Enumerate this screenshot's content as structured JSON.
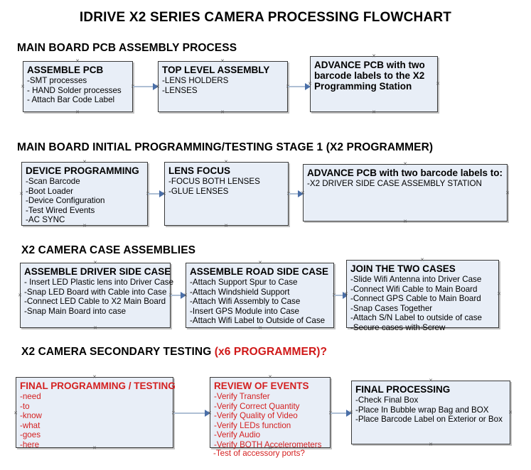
{
  "document": {
    "title": "IDRIVE X2  SERIES CAMERA PROCESSING FLOWCHART",
    "accent_blue": "#e8eef7",
    "border_color": "#3a3a3a",
    "connector_color": "#aebfd4",
    "arrow_color": "#4a6fa8",
    "red_text_color": "#d42020"
  },
  "sections": [
    {
      "heading": "MAIN BOARD PCB ASSEMBLY PROCESS",
      "heading_red": "",
      "boxes": [
        {
          "header": "ASSEMBLE PCB",
          "items": [
            "-SMT processes",
            "- HAND Solder processes",
            "- Attach Bar Code Label"
          ],
          "color": "black"
        },
        {
          "header": "TOP LEVEL ASSEMBLY",
          "items": [
            "-LENS HOLDERS",
            "-LENSES"
          ],
          "color": "black"
        },
        {
          "header": "ADVANCE PCB with two barcode labels to the  X2 Programming Station",
          "items": [],
          "color": "black"
        }
      ]
    },
    {
      "heading": "MAIN BOARD INITIAL PROGRAMMING/TESTING STAGE 1 (X2 PROGRAMMER)",
      "heading_red": "",
      "boxes": [
        {
          "header": "DEVICE PROGRAMMING",
          "items": [
            "-Scan Barcode",
            "-Boot Loader",
            "-Device Configuration",
            "-Test Wired Events",
            "-AC SYNC"
          ],
          "color": "black"
        },
        {
          "header": "LENS FOCUS",
          "items": [
            "-FOCUS BOTH LENSES",
            "-GLUE LENSES"
          ],
          "color": "black"
        },
        {
          "header": "ADVANCE PCB with two barcode labels to:",
          "items": [
            "-X2 DRIVER  SIDE  CASE  ASSEMBLY STATION"
          ],
          "color": "black"
        }
      ]
    },
    {
      "heading": "X2 CAMERA CASE ASSEMBLIES",
      "heading_red": "",
      "boxes": [
        {
          "header": "ASSEMBLE DRIVER SIDE CASE",
          "items": [
            "- Insert LED Plastic lens into Driver Case",
            "-Snap LED Board with Cable into Case",
            "-Connect LED Cable to X2 Main Board",
            "-Snap Main Board into case"
          ],
          "color": "black"
        },
        {
          "header": "ASSEMBLE ROAD SIDE CASE",
          "items": [
            "-Attach Support Spur to Case",
            "-Attach Windshield Support",
            "-Attach Wifi Assembly to Case",
            "-Insert GPS Module into Case",
            "-Attach Wifi Label to Outside of Case"
          ],
          "color": "black"
        },
        {
          "header": "JOIN THE TWO CASES",
          "items": [
            "-Slide Wifi Antenna into Driver Case",
            "-Connect Wifi Cable to Main Board",
            "-Connect GPS Cable to Main Board",
            "-Snap Cases Together",
            "-Attach S/N Label to outside of case",
            "-Secure cases with Screw"
          ],
          "color": "black"
        }
      ]
    },
    {
      "heading": "X2 CAMERA SECONDARY TESTING ",
      "heading_red": "(x6 PROGRAMMER)?",
      "boxes": [
        {
          "header": "FINAL PROGRAMMING / TESTING",
          "items": [
            "-need",
            "-to",
            "-know",
            "-what",
            "-goes",
            "-here"
          ],
          "color": "red"
        },
        {
          "header": "REVIEW OF EVENTS",
          "items": [
            "-Verify Transfer",
            "-Verify Correct Quantity",
            "-Verify Quality of Video",
            "-Verify LEDs function",
            "-Verify Audio",
            "-Verify BOTH Accelerometers"
          ],
          "overflow_item": "-Test of accessory ports?",
          "color": "red"
        },
        {
          "header": "FINAL PROCESSING",
          "items": [
            " -Check Final Box",
            "-Place In Bubble wrap Bag and BOX",
            "-Place Barcode Label on Exterior or Box"
          ],
          "color": "black"
        }
      ]
    }
  ]
}
